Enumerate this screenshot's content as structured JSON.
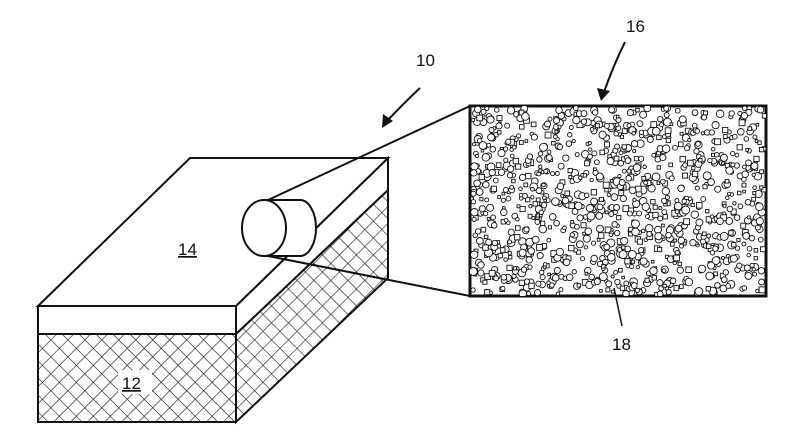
{
  "labels": {
    "assembly": "10",
    "substrate": "12",
    "coating": "14",
    "magnified_view": "16",
    "particles": "18"
  },
  "colors": {
    "line": "#111111",
    "background": "#ffffff"
  }
}
